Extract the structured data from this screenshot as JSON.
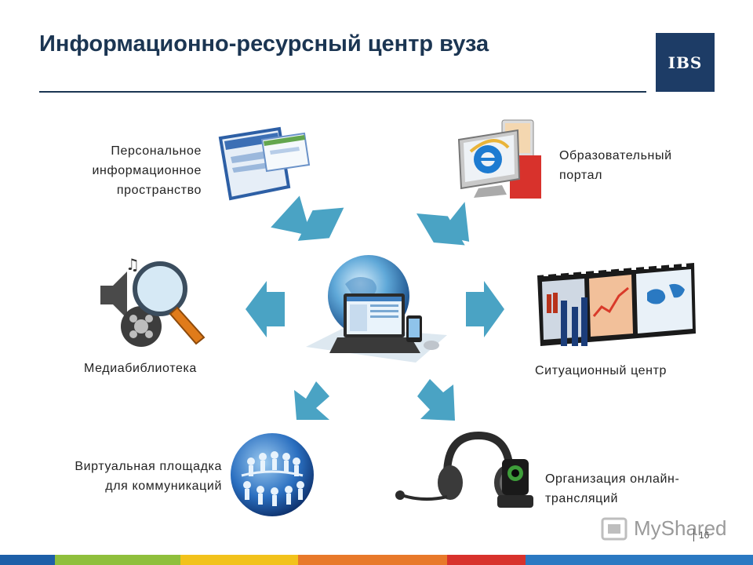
{
  "title": "Информационно-ресурсный центр вуза",
  "logo": {
    "text": "IBS",
    "color": "#1d3c66"
  },
  "items": [
    {
      "id": "personal",
      "label": "Персональное\nинформационное\nпространство",
      "icon": "browser-windows-icon"
    },
    {
      "id": "portal",
      "label": "Образовательный\nпортал",
      "icon": "internet-explorer-monitor-icon"
    },
    {
      "id": "media",
      "label": "Медиабиблиотека",
      "icon": "media-magnifier-icon"
    },
    {
      "id": "situation",
      "label": "Ситуационный центр",
      "icon": "film-strip-icon"
    },
    {
      "id": "virtual",
      "label": "Виртуальная площадка\nдля коммуникаций",
      "icon": "people-globe-icon"
    },
    {
      "id": "online",
      "label": "Организация онлайн-\nтрансляций",
      "icon": "headset-webcam-icon"
    }
  ],
  "center_icon": "globe-laptop-icon",
  "watermark": {
    "text": "MyShared"
  },
  "page_number": "16",
  "colors": {
    "accent": "#4aa3c4",
    "title": "#1b3552"
  }
}
